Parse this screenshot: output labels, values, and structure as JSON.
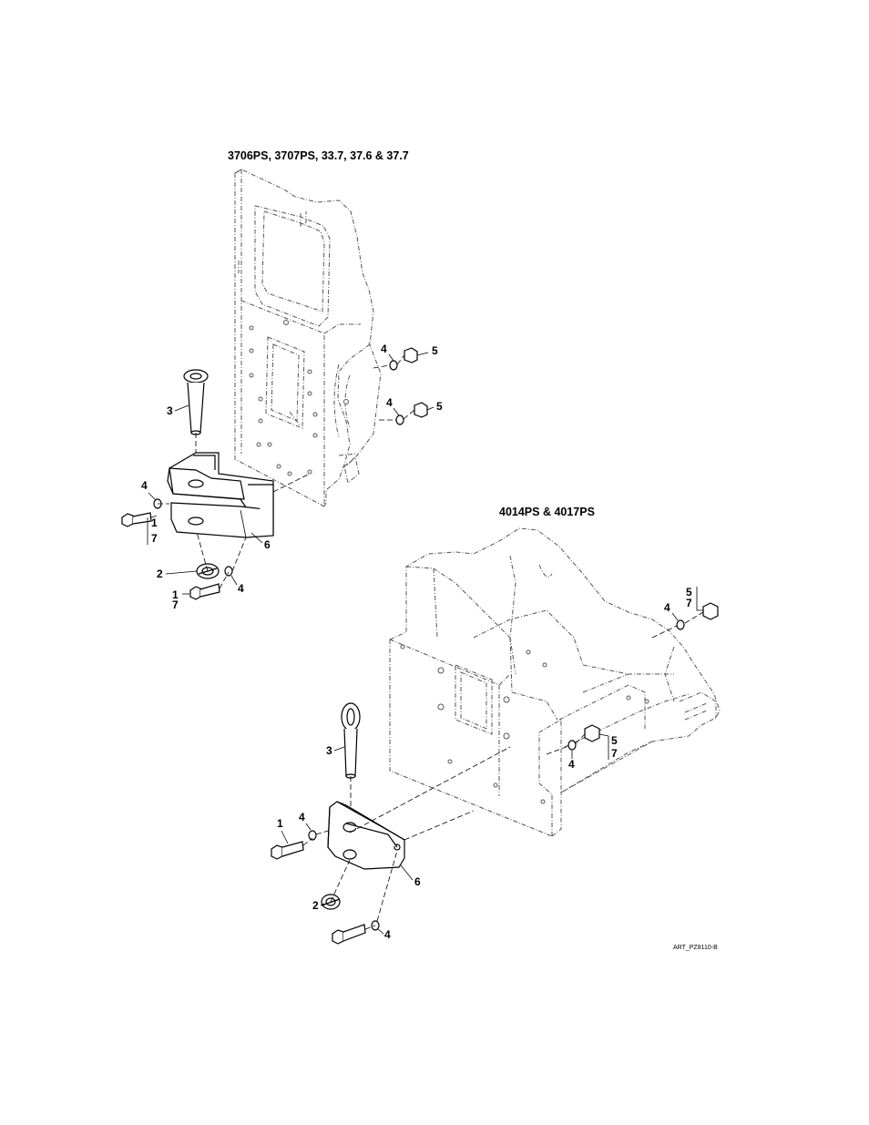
{
  "titles": {
    "upper": "3706PS, 3707PS, 33.7, 37.6 & 37.7",
    "lower": "4014PS & 4017PS"
  },
  "art_id": "ART_PZ8110-B",
  "callouts": {
    "upper": {
      "washer_a": "4",
      "nut_a": "5",
      "washer_b": "4",
      "nut_b": "5",
      "pin": "3",
      "washer_c": "4",
      "bolt_a_top": "1",
      "bolt_a_bottom": "7",
      "bracket": "6",
      "clip": "2",
      "washer_d": "4",
      "bolt_b_top": "1",
      "bolt_b_bottom": "7"
    },
    "lower": {
      "washer_a": "4",
      "nut_a_top": "5",
      "nut_a_bottom": "7",
      "washer_b": "4",
      "nut_b_top": "5",
      "nut_b_bottom": "7",
      "pin": "3",
      "bolt": "1",
      "washer_c": "4",
      "bracket": "6",
      "clip": "2",
      "washer_d": "4"
    }
  }
}
